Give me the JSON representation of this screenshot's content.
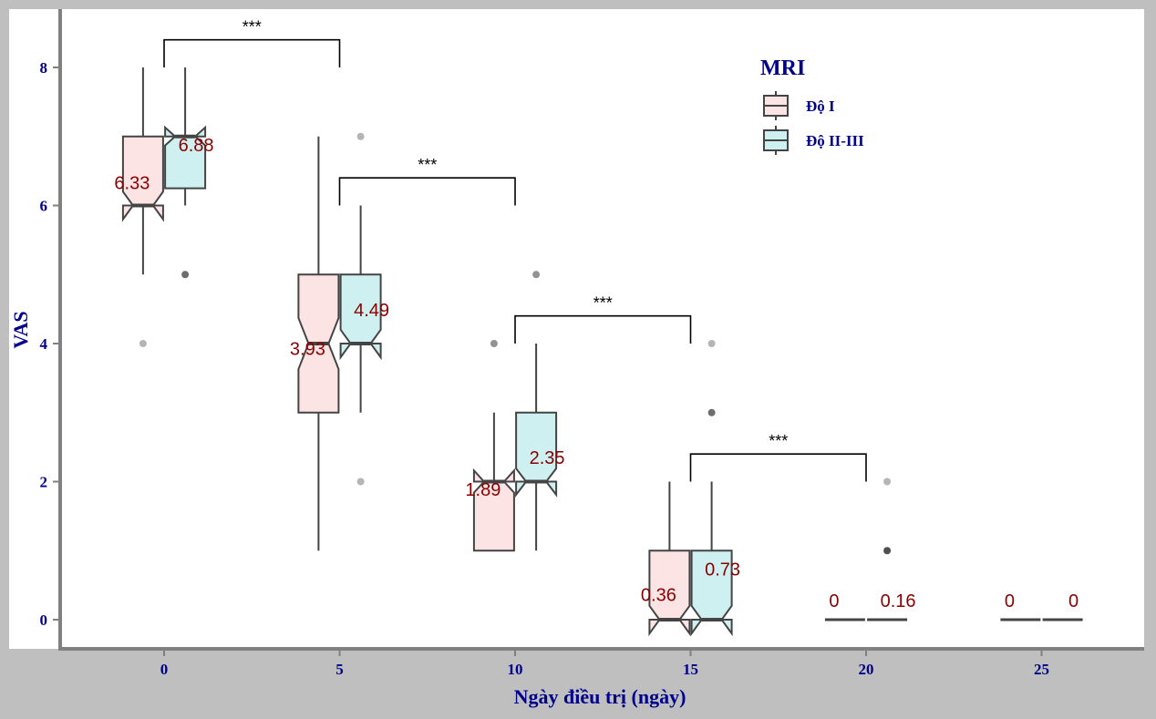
{
  "chart_data": {
    "type": "boxplot",
    "xlabel": "Ngày điều trị (ngày)",
    "ylabel": "VAS",
    "xlim": [
      -3,
      27
    ],
    "ylim": [
      -0.35,
      8.75
    ],
    "x_ticks": [
      "0",
      "5",
      "10",
      "15",
      "20",
      "25"
    ],
    "y_ticks": [
      "0",
      "2",
      "4",
      "6",
      "8"
    ],
    "legend": {
      "title": "MRI",
      "position": "top-right",
      "entries": [
        {
          "label": "Độ I",
          "color": "#fde4e4"
        },
        {
          "label": "Độ II-III",
          "color": "#cff0f1"
        }
      ]
    },
    "series": [
      {
        "name": "Độ I",
        "color": "#fde4e4",
        "boxes": [
          {
            "x": 0,
            "wlo": 5,
            "q1": 6,
            "med": 6,
            "q3": 7,
            "whi": 8,
            "nlo": 5.8,
            "nhi": 6.2,
            "mean": "6.33",
            "outliers": [
              [
                4,
                1
              ]
            ]
          },
          {
            "x": 5,
            "wlo": 1,
            "q1": 3,
            "med": 4,
            "q3": 5,
            "whi": 7,
            "nlo": 3.63,
            "nhi": 4.37,
            "mean": "3.93",
            "outliers": []
          },
          {
            "x": 10,
            "wlo": 1,
            "q1": 1,
            "med": 2,
            "q3": 2,
            "whi": 3,
            "nlo": 1.84,
            "nhi": 2.16,
            "mean": "1.89",
            "outliers": [
              [
                4,
                2
              ]
            ]
          },
          {
            "x": 15,
            "wlo": 0,
            "q1": 0,
            "med": 0,
            "q3": 1,
            "whi": 2,
            "nlo": -0.2,
            "nhi": 0.2,
            "mean": "0.36",
            "outliers": []
          },
          {
            "x": 20,
            "wlo": 0,
            "q1": 0,
            "med": 0,
            "q3": 0,
            "whi": 0,
            "nlo": 0,
            "nhi": 0,
            "mean": "0",
            "outliers": []
          },
          {
            "x": 25,
            "wlo": 0,
            "q1": 0,
            "med": 0,
            "q3": 0,
            "whi": 0,
            "nlo": 0,
            "nhi": 0,
            "mean": "0",
            "outliers": []
          }
        ]
      },
      {
        "name": "Độ II-III",
        "color": "#cff0f1",
        "boxes": [
          {
            "x": 0,
            "wlo": 6,
            "q1": 6.25,
            "med": 7,
            "q3": 7,
            "whi": 8,
            "nlo": 6.87,
            "nhi": 7.13,
            "mean": "6.88",
            "outliers": [
              [
                5,
                3
              ]
            ]
          },
          {
            "x": 5,
            "wlo": 3,
            "q1": 4,
            "med": 4,
            "q3": 5,
            "whi": 6,
            "nlo": 3.8,
            "nhi": 4.2,
            "mean": "4.49",
            "outliers": [
              [
                7,
                1
              ],
              [
                2,
                1
              ]
            ]
          },
          {
            "x": 10,
            "wlo": 1,
            "q1": 2,
            "med": 2,
            "q3": 3,
            "whi": 4,
            "nlo": 1.81,
            "nhi": 2.19,
            "mean": "2.35",
            "outliers": [
              [
                5,
                2
              ]
            ]
          },
          {
            "x": 15,
            "wlo": 0,
            "q1": 0,
            "med": 0,
            "q3": 1,
            "whi": 2,
            "nlo": -0.2,
            "nhi": 0.2,
            "mean": "0.73",
            "outliers": [
              [
                4,
                1
              ],
              [
                3,
                3
              ]
            ]
          },
          {
            "x": 20,
            "wlo": 0,
            "q1": 0,
            "med": 0,
            "q3": 0,
            "whi": 0,
            "nlo": 0,
            "nhi": 0,
            "mean": "0.16",
            "outliers": [
              [
                2,
                1
              ],
              [
                1,
                5
              ]
            ]
          },
          {
            "x": 25,
            "wlo": 0,
            "q1": 0,
            "med": 0,
            "q3": 0,
            "whi": 0,
            "nlo": 0,
            "nhi": 0,
            "mean": "0",
            "outliers": []
          }
        ]
      }
    ],
    "significance": [
      {
        "from": 0,
        "to": 5,
        "y": 8.4,
        "label": "***"
      },
      {
        "from": 5,
        "to": 10,
        "y": 6.4,
        "label": "***"
      },
      {
        "from": 10,
        "to": 15,
        "y": 4.4,
        "label": "***"
      },
      {
        "from": 15,
        "to": 20,
        "y": 2.4,
        "label": "***"
      }
    ]
  }
}
